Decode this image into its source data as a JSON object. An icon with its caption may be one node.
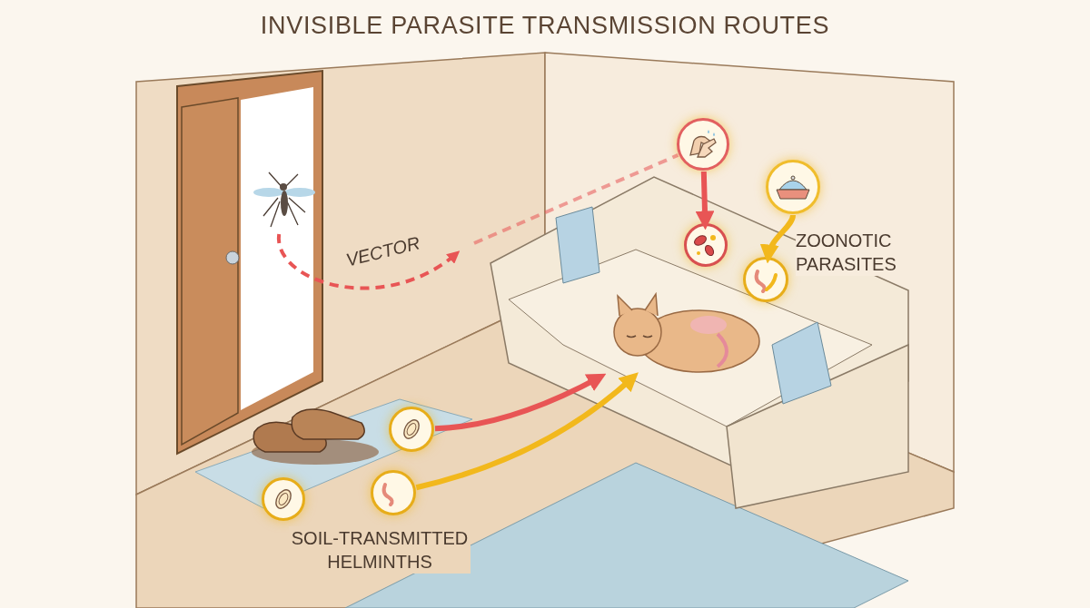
{
  "diagram": {
    "title": "INVISIBLE PARASITE TRANSMISSION ROUTES",
    "nodes": [
      {
        "text": [],
        "shape": "picture"
      },
      {
        "text": [],
        "shape": "circle"
      },
      {
        "text": [],
        "shape": "circle"
      },
      {
        "text": [],
        "shape": "circle"
      },
      {
        "text": [],
        "shape": "circle"
      },
      {
        "text": [],
        "shape": "picture"
      },
      {
        "text": [],
        "shape": "picture"
      },
      {
        "text": [],
        "shape": "circle"
      },
      {
        "text": [],
        "shape": "circle"
      },
      {
        "text": [],
        "shape": "circle"
      }
    ],
    "edges": [
      {
        "from": 0,
        "to": null,
        "arrow": "to",
        "label": "VECTOR",
        "style": "dashed",
        "color": "#e85555"
      },
      {
        "from": null,
        "to": 1,
        "arrow": "none",
        "style": "dashed",
        "color": "#e85555"
      },
      {
        "from": 1,
        "to": 2,
        "arrow": "to",
        "color": "#e85555"
      },
      {
        "from": 3,
        "to": 4,
        "arrow": "to",
        "color": "#f2b81c"
      },
      {
        "from": 7,
        "to": 5,
        "arrow": "to",
        "color": "#e85555"
      },
      {
        "from": 9,
        "to": 5,
        "arrow": "to",
        "color": "#f2b81c"
      }
    ],
    "labels": [
      "ZOONOTIC PARASITES",
      "SOIL-TRANSMITTED HELMINTHS"
    ]
  }
}
